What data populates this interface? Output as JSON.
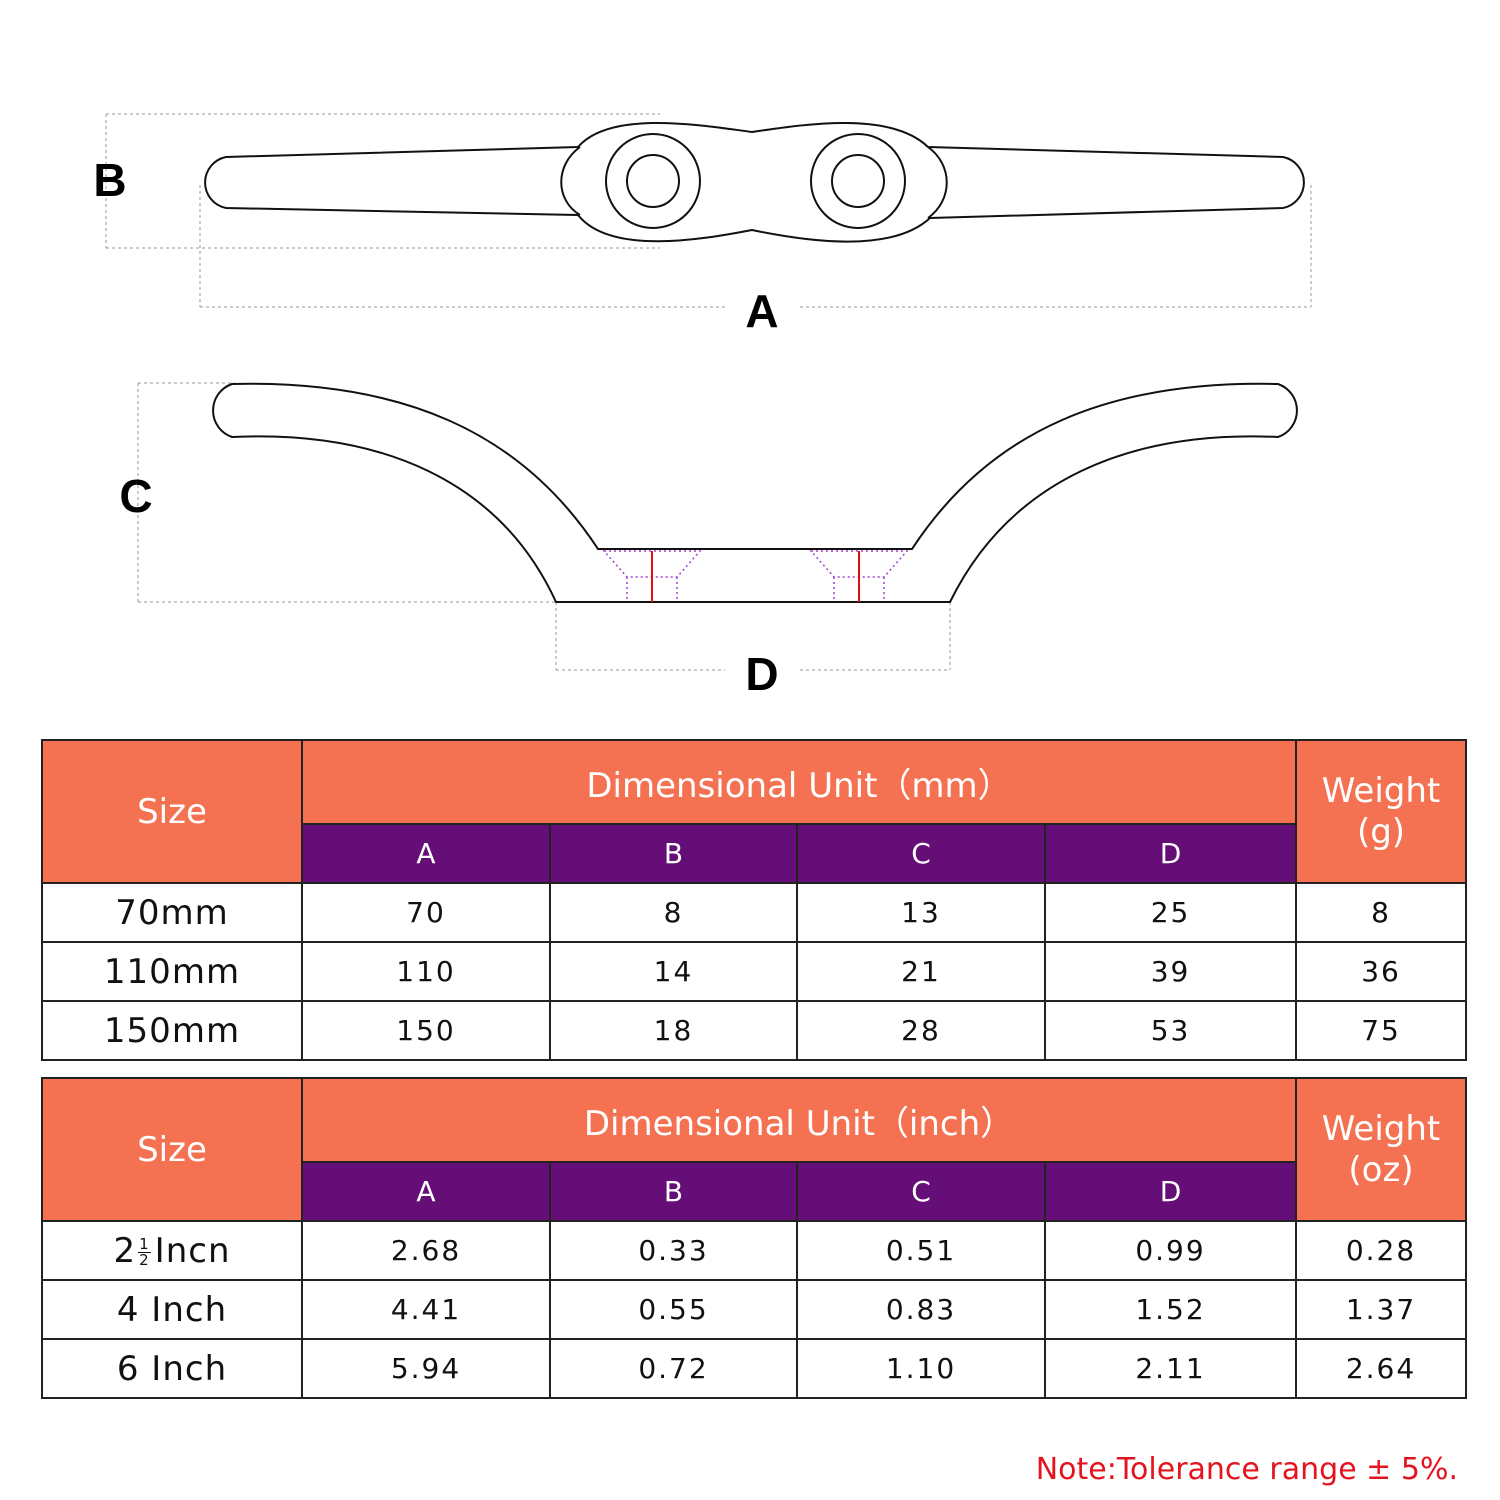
{
  "diagram": {
    "labels": {
      "a": "A",
      "b": "B",
      "c": "C",
      "d": "D"
    }
  },
  "metric_table": {
    "size_header": "Size",
    "dimension_header": "Dimensional Unit（mm）",
    "weight_header_line1": "Weight",
    "weight_header_line2": "(g)",
    "columns": [
      "A",
      "B",
      "C",
      "D"
    ],
    "rows": [
      {
        "size": "70mm",
        "a": "70",
        "b": "8",
        "c": "13",
        "d": "25",
        "weight": "8"
      },
      {
        "size": "110mm",
        "a": "110",
        "b": "14",
        "c": "21",
        "d": "39",
        "weight": "36"
      },
      {
        "size": "150mm",
        "a": "150",
        "b": "18",
        "c": "28",
        "d": "53",
        "weight": "75"
      }
    ]
  },
  "imperial_table": {
    "size_header": "Size",
    "dimension_header": "Dimensional Unit（inch）",
    "weight_header_line1": "Weight",
    "weight_header_line2": "(oz)",
    "columns": [
      "A",
      "B",
      "C",
      "D"
    ],
    "rows": [
      {
        "size_whole": "2",
        "size_num": "1",
        "size_den": "2",
        "size_unit": "Incn",
        "a": "2.68",
        "b": "0.33",
        "c": "0.51",
        "d": "0.99",
        "weight": "0.28"
      },
      {
        "size": "4 Inch",
        "a": "4.41",
        "b": "0.55",
        "c": "0.83",
        "d": "1.52",
        "weight": "1.37"
      },
      {
        "size": "6 Inch",
        "a": "5.94",
        "b": "0.72",
        "c": "1.10",
        "d": "2.11",
        "weight": "2.64"
      }
    ]
  },
  "note": "Note:Tolerance range ± 5%.",
  "colors": {
    "header_orange": "#f47251",
    "subheader_purple": "#650e78",
    "note_red": "#e4141e",
    "screw_purple": "#a23fd0",
    "screw_axis_red": "#e01010"
  }
}
